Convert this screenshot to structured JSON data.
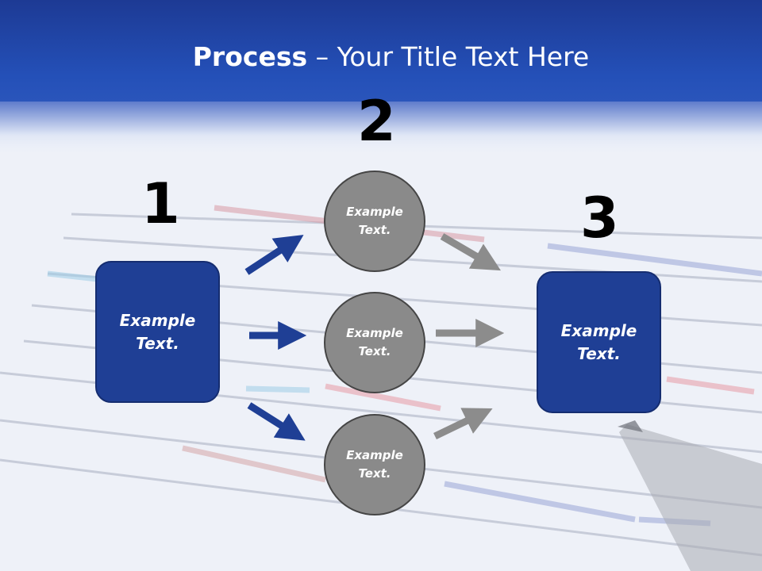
{
  "title": {
    "bold": "Process",
    "rest": " – Your Title Text Here"
  },
  "steps": [
    {
      "number": "1",
      "label": "Example\nText."
    },
    {
      "number": "2",
      "label": "Example\nText."
    },
    {
      "number": "3",
      "label": "Example\nText."
    }
  ],
  "circles": [
    {
      "label": "Example\nText."
    },
    {
      "label": "Example\nText."
    },
    {
      "label": "Example\nText."
    }
  ],
  "colors": {
    "header": "#1e3f9e",
    "box_fill": "#1f3f95",
    "circle_fill": "#8a8a8a",
    "arrow_blue": "#1f3f95",
    "arrow_gray": "#8c8c8c"
  }
}
